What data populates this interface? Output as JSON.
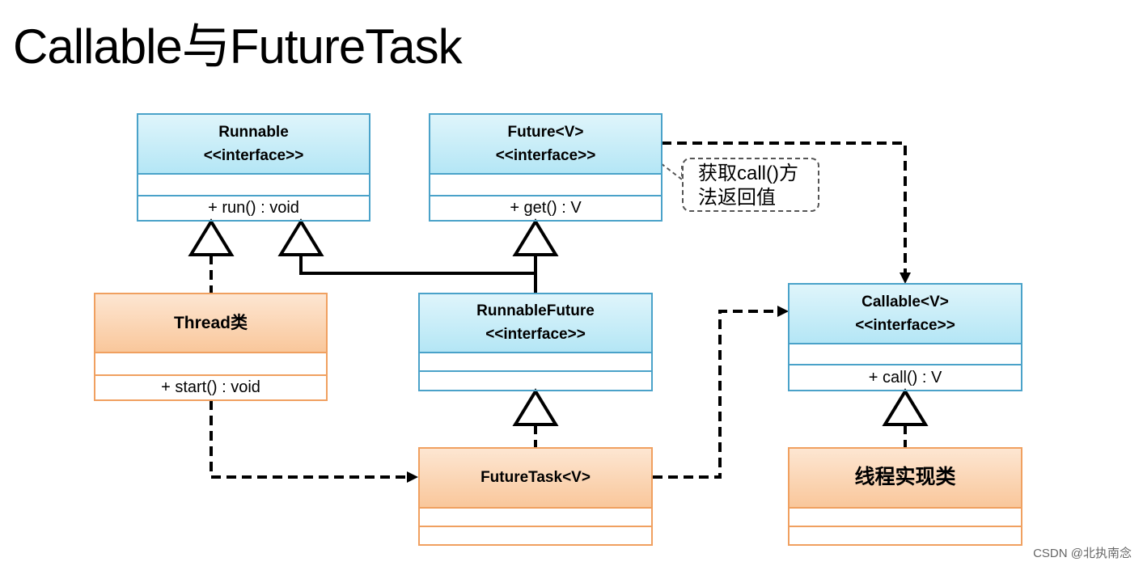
{
  "title": "Callable与FutureTask",
  "boxes": {
    "runnable": {
      "name": "Runnable",
      "stereotype": "<<interface>>",
      "op": "+ run() : void"
    },
    "future": {
      "name": "Future<V>",
      "stereotype": "<<interface>>",
      "op": "+ get() : V"
    },
    "thread": {
      "name": "Thread类",
      "op": "+ start() : void"
    },
    "runnable_future": {
      "name": "RunnableFuture",
      "stereotype": "<<interface>>"
    },
    "callable": {
      "name": "Callable<V>",
      "stereotype": "<<interface>>",
      "op": "+ call() : V"
    },
    "future_task": {
      "name": "FutureTask<V>"
    },
    "impl": {
      "name": "线程实现类"
    }
  },
  "note": {
    "line1": "获取call()方",
    "line2": "法返回值"
  },
  "watermark": "CSDN @北执南念",
  "colors": {
    "interface_fill": "#b4e6f5",
    "interface_border": "#4aa2c9",
    "class_fill": "#f9c79b",
    "class_border": "#f0a060"
  }
}
